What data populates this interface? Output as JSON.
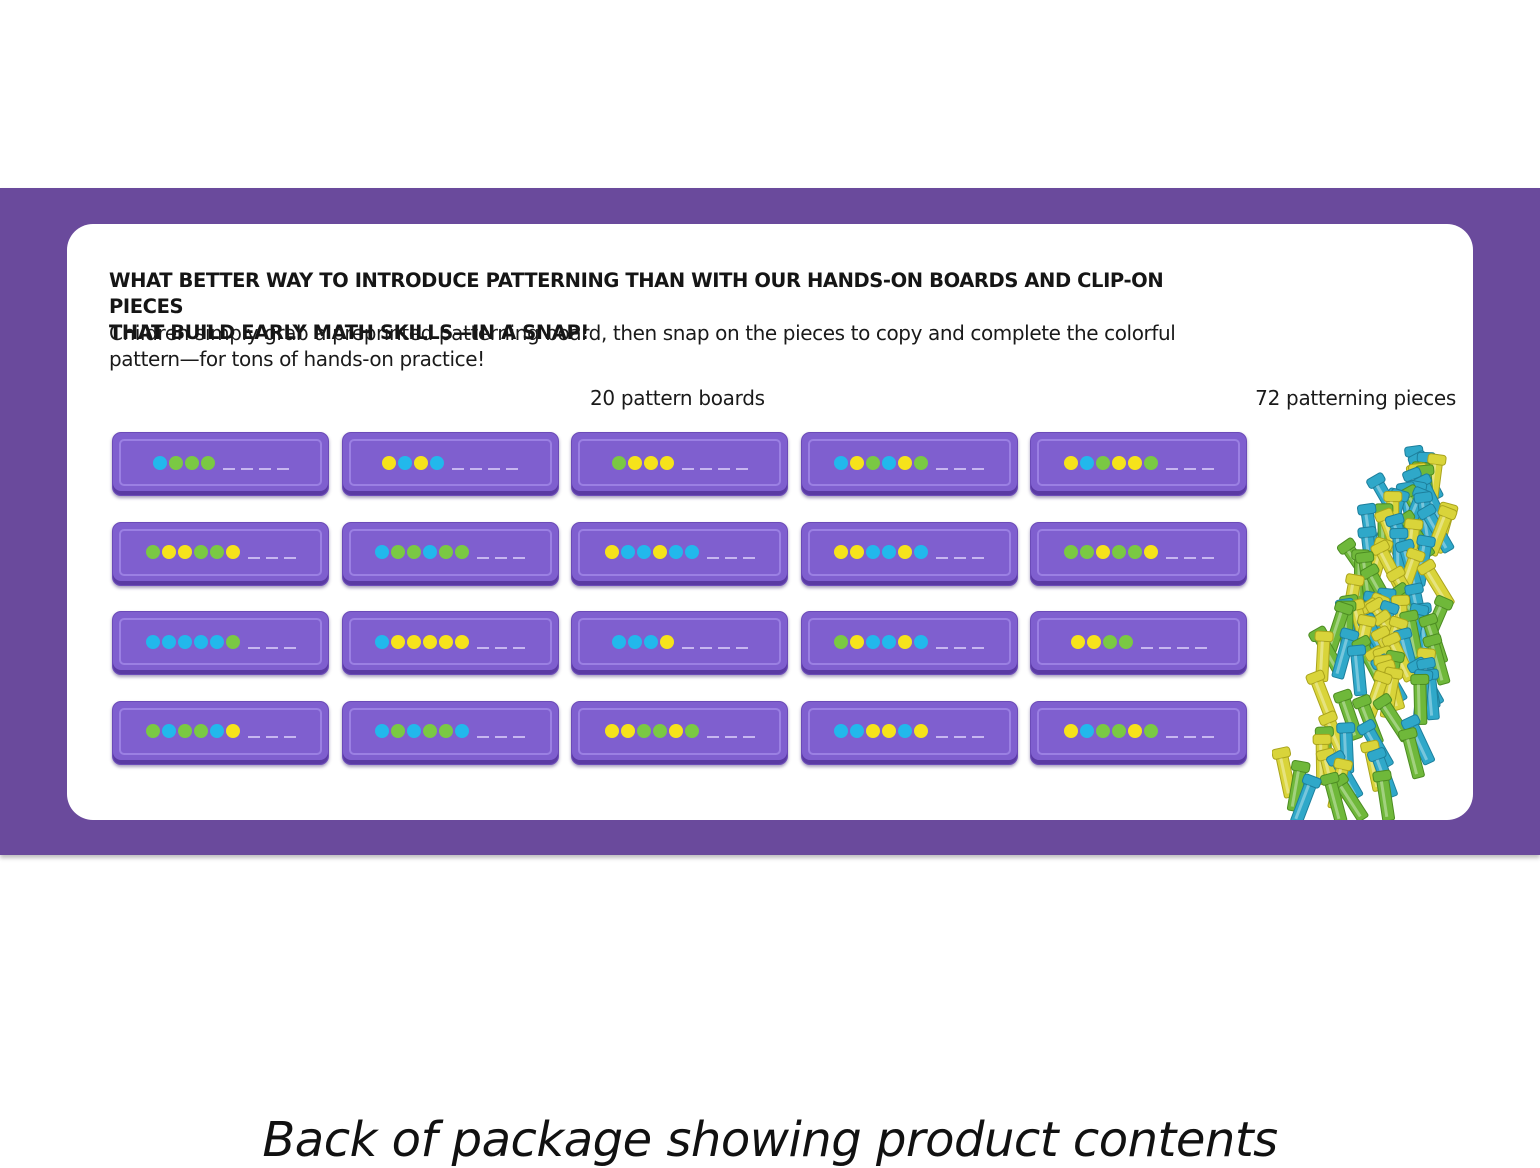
{
  "header": {
    "headline_line1": "WHAT BETTER WAY TO INTRODUCE PATTERNING THAN WITH OUR HANDS-ON BOARDS AND CLIP-ON PIECES",
    "headline_line2": "THAT BUILD EARLY MATH SKILLS—IN A SNAP!",
    "body_line1": "Children simply grab a preprinted patterning board, then snap on the pieces to copy and complete the colorful",
    "body_line2": "pattern—for tons of hands-on practice!"
  },
  "captions": {
    "boards": "20 pattern boards",
    "pieces": "72 patterning pieces"
  },
  "colors": {
    "band": "#6a4a9c",
    "board": "#7f5fcf",
    "b": "#22b8ec",
    "g": "#7ac943",
    "y": "#f6e31b",
    "piece_blue": "#2fa8c9",
    "piece_green": "#6fb83a",
    "piece_yellow": "#d9d43a"
  },
  "boards": [
    {
      "dots": "bggg",
      "blanks": 4
    },
    {
      "dots": "ybyb",
      "blanks": 4
    },
    {
      "dots": "gyyy",
      "blanks": 4
    },
    {
      "dots": "bygbyg",
      "blanks": 3
    },
    {
      "dots": "ybgyyg",
      "blanks": 3
    },
    {
      "dots": "gyyggy",
      "blanks": 3
    },
    {
      "dots": "bggbgg",
      "blanks": 3
    },
    {
      "dots": "ybbybb",
      "blanks": 3
    },
    {
      "dots": "yybbyb",
      "blanks": 3
    },
    {
      "dots": "ggyggy",
      "blanks": 3
    },
    {
      "dots": "bbbbbg",
      "blanks": 3
    },
    {
      "dots": "byyyyy",
      "blanks": 3
    },
    {
      "dots": "bbby",
      "blanks": 4
    },
    {
      "dots": "gybbyb",
      "blanks": 3
    },
    {
      "dots": "yygg",
      "blanks": 4
    },
    {
      "dots": "gbggby",
      "blanks": 3
    },
    {
      "dots": "bgbggb",
      "blanks": 3
    },
    {
      "dots": "yyggyg",
      "blanks": 3
    },
    {
      "dots": "bbyyby",
      "blanks": 3
    },
    {
      "dots": "ybggyg",
      "blanks": 3
    }
  ],
  "footer": {
    "caption": "Back of package showing product contents"
  }
}
